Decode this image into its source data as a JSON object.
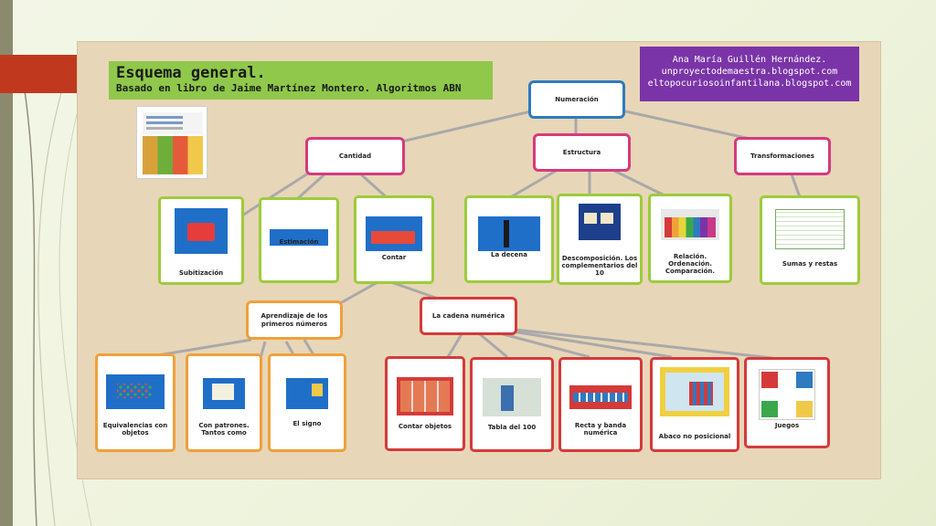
{
  "slide": {
    "accent_left_bar": "#8c8a6e",
    "accent_red_tab": "#c0391f",
    "board_color": "#e8d6b8"
  },
  "title": {
    "main": "Esquema general.",
    "subtitle": "Basado en libro de Jaime Martínez Montero. Algoritmos ABN"
  },
  "credits": {
    "name": "Ana María Guillén Hernández.",
    "blog1": "unproyectodemaestra.blogspot.com",
    "blog2": "eltopocuriosoinfantilana.blogspot.com"
  },
  "nodes": {
    "numeracion": "Numeración",
    "cantidad": "Cantidad",
    "estructura": "Estructura",
    "transformaciones": "Transformaciones",
    "aprendizaje": "Aprendizaje de los primeros números",
    "cadena": "La cadena numérica"
  },
  "cards": {
    "subitizacion": "Subitización",
    "estimacion": "Estimación",
    "contar": "Contar",
    "decena": "La decena",
    "descomposicion": "Descomposición. Los complementarios del 10",
    "relacion": "Relación. Ordenación. Comparación.",
    "sumas": "Sumas y restas",
    "equivalencias": "Equivalencias con objetos",
    "patrones": "Con patrones. Tantos como",
    "signo": "El signo",
    "contar_objetos": "Contar objetos",
    "tabla": "Tabla del 100",
    "recta": "Recta y banda numérica",
    "abaco": "Abaco no posicional",
    "juegos": "Juegos"
  }
}
